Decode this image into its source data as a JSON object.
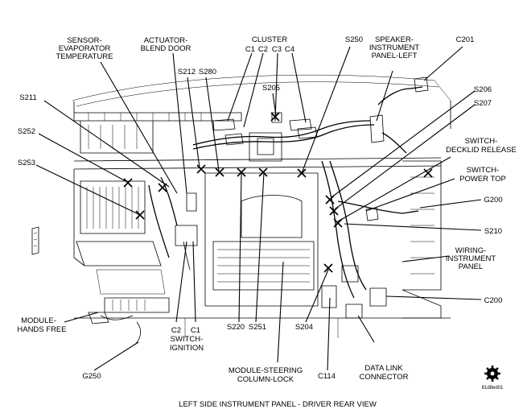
{
  "caption": "LEFT SIDE INSTRUMENT PANEL - DRIVER REAR VIEW",
  "figure_code": "81d8ed01",
  "labels": {
    "sensor": [
      "SENSOR-",
      "EVAPORATOR",
      "TEMPERATURE"
    ],
    "actuator": [
      "ACTUATOR-",
      "BLEND DOOR"
    ],
    "cluster": "CLUSTER",
    "c1": "C1",
    "c2": "C2",
    "c3": "C3",
    "c4": "C4",
    "s250": "S250",
    "speaker": [
      "SPEAKER-",
      "INSTRUMENT",
      "PANEL-LEFT"
    ],
    "c201": "C201",
    "s212": "S212",
    "s280": "S280",
    "s205": "S205",
    "s211": "S211",
    "s206": "S206",
    "s207": "S207",
    "s252": "S252",
    "decklid": [
      "SWITCH-",
      "DECKLID RELEASE"
    ],
    "s253": "S253",
    "powertop": [
      "SWITCH-",
      "POWER TOP"
    ],
    "g200": "G200",
    "s210": "S210",
    "wiring": [
      "WIRING-",
      "INSTRUMENT",
      "PANEL"
    ],
    "c200": "C200",
    "hands": [
      "MODULE-",
      "HANDS FREE"
    ],
    "ign_c2": "C2",
    "ign_c1": "C1",
    "ignition": [
      "SWITCH-",
      "IGNITION"
    ],
    "s220": "S220",
    "s251": "S251",
    "s204": "S204",
    "steering": [
      "MODULE-STEERING",
      "COLUMN-LOCK"
    ],
    "dlc": [
      "DATA LINK",
      "CONNECTOR"
    ],
    "c114": "C114",
    "g250": "G250"
  }
}
